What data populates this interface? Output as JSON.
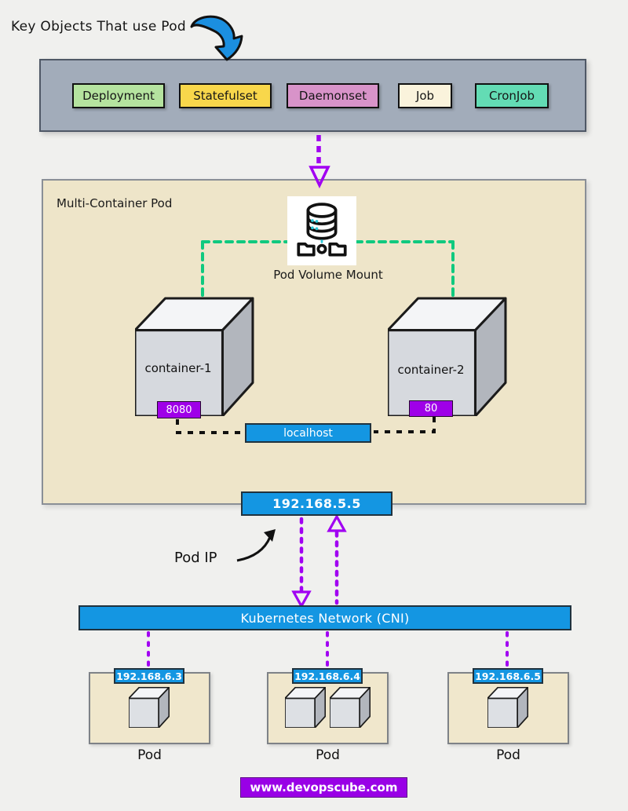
{
  "header": {
    "title": "Key Objects That use Pod"
  },
  "workloads": {
    "items": [
      {
        "label": "Deployment",
        "color": "#b5e39f"
      },
      {
        "label": "Statefulset",
        "color": "#f8d74b"
      },
      {
        "label": "Daemonset",
        "color": "#d893c9"
      },
      {
        "label": "Job",
        "color": "#faf3dc"
      },
      {
        "label": "CronJob",
        "color": "#63dcb4"
      }
    ]
  },
  "pod": {
    "label": "Multi-Container Pod",
    "volume_label": "Pod Volume Mount",
    "containers": [
      {
        "name": "container-1",
        "port": "8080"
      },
      {
        "name": "container-2",
        "port": "80"
      }
    ],
    "localhost_label": "localhost",
    "ip": "192.168.5.5",
    "ip_annotation": "Pod IP"
  },
  "network": {
    "label": "Kubernetes Network (CNI)"
  },
  "pods": [
    {
      "ip": "192.168.6.3",
      "label": "Pod"
    },
    {
      "ip": "192.168.6.4",
      "label": "Pod"
    },
    {
      "ip": "192.168.6.5",
      "label": "Pod"
    }
  ],
  "footer": {
    "site": "www.devopscube.com"
  },
  "colors": {
    "accent_blue": "#1496e2",
    "arrow_purple": "#a100f2",
    "badge_purple": "#9f00e8",
    "green_dash": "#10c97f",
    "panel_beige": "#eee5c9",
    "bar_gray": "#a2acba",
    "banner_purple": "#9900e6",
    "background": "#f0f0ee"
  }
}
